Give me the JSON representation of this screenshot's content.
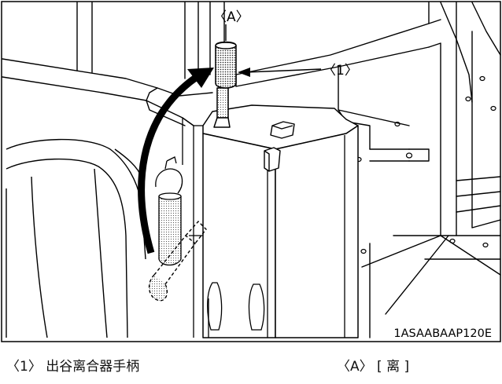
{
  "callouts": {
    "a": "〈A〉",
    "one": "〈1〉"
  },
  "figure_code": "1ASAABAAP120E",
  "legend": [
    {
      "key": "〈1〉",
      "text": "出谷离合器手柄"
    },
    {
      "key": "〈A〉",
      "text": "[ 离 ]"
    }
  ]
}
